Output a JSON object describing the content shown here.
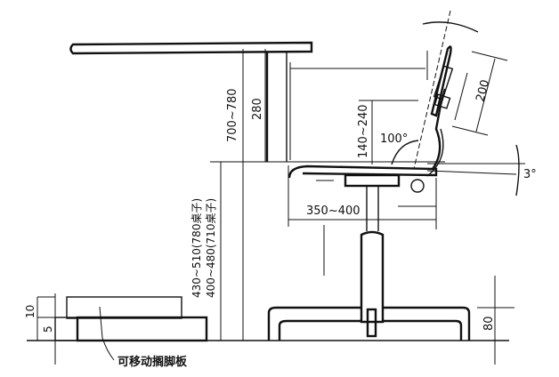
{
  "diagram": {
    "type": "ergonomic technical drawing",
    "subject": "desk, chair and movable footrest dimensions (mm)",
    "dimensions": {
      "desk_height": "700~780",
      "desk_to_seat": "280",
      "backrest_support_height": "140~240",
      "backrest_angle": "100°",
      "backrest_adjust": "200",
      "seat_tilt": "3°",
      "seat_depth": "350~400",
      "seat_height_1": "430~510(780桌子)",
      "seat_height_2": "400~480(710桌子)",
      "base_height": "80",
      "footrest_total": "10",
      "footrest_base": "5"
    },
    "labels": {
      "footrest": "可移动搁脚板"
    }
  }
}
